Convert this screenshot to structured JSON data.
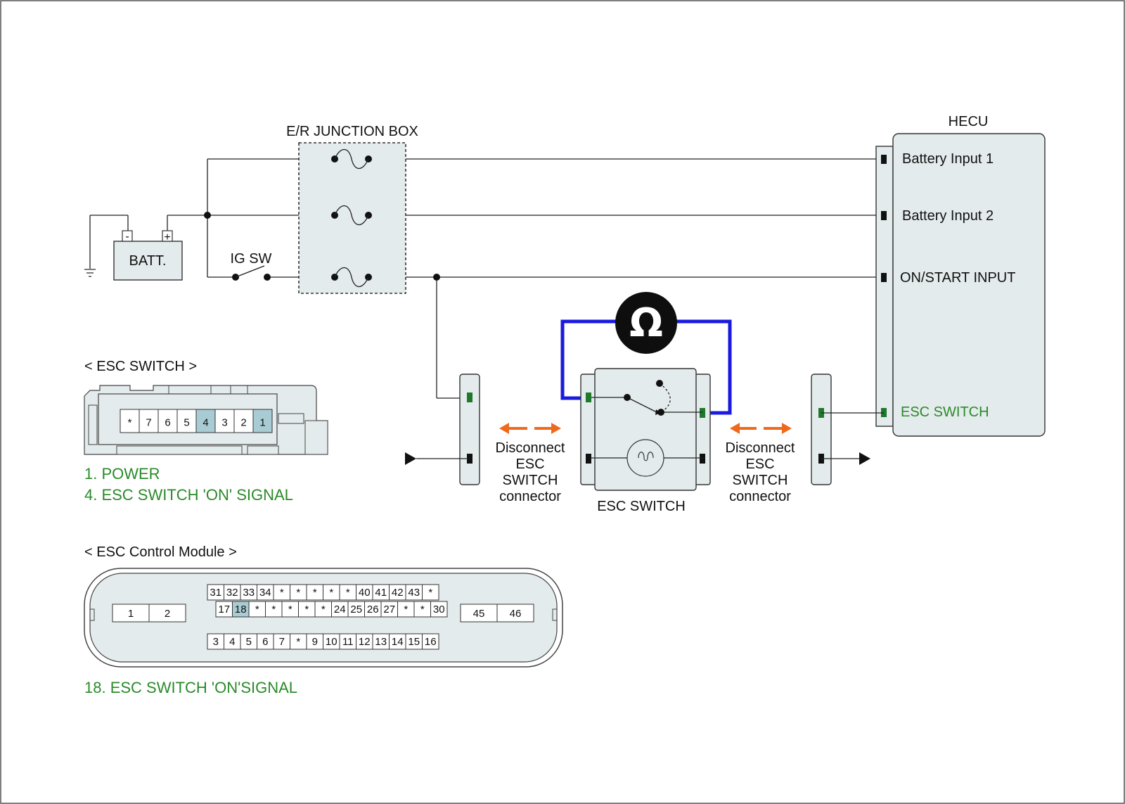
{
  "labels": {
    "junction_box": "E/R JUNCTION BOX",
    "hecu": "HECU",
    "batt": "BATT.",
    "batt_minus": "-",
    "batt_plus": "+",
    "ig_sw": "IG SW",
    "ohm_symbol": "Ω",
    "esc_switch_center": "ESC SWITCH"
  },
  "hecu_pins": {
    "battery_input_1": "Battery Input 1",
    "battery_input_2": "Battery Input 2",
    "on_start_input": "ON/START INPUT",
    "esc_switch": "ESC SWITCH"
  },
  "disconnect_left": [
    "Disconnect",
    "ESC",
    "SWITCH",
    "connector"
  ],
  "disconnect_right": [
    "Disconnect",
    "ESC",
    "SWITCH",
    "connector"
  ],
  "esc_switch_connector": {
    "title": "< ESC SWITCH >",
    "pins": [
      "*",
      "7",
      "6",
      "5",
      "4",
      "3",
      "2",
      "1"
    ],
    "highlighted": [
      "4",
      "1"
    ],
    "notes": [
      "1. POWER",
      "4. ESC SWITCH 'ON' SIGNAL"
    ]
  },
  "esc_module_connector": {
    "title": "< ESC Control Module >",
    "left_pins": [
      "1",
      "2"
    ],
    "right_pins": [
      "45",
      "46"
    ],
    "row_top": [
      "31",
      "32",
      "33",
      "34",
      "*",
      "*",
      "*",
      "*",
      "*",
      "40",
      "41",
      "42",
      "43",
      "*"
    ],
    "row_middle": [
      "17",
      "18",
      "*",
      "*",
      "*",
      "*",
      "*",
      "24",
      "25",
      "26",
      "27",
      "*",
      "*",
      "30"
    ],
    "row_bottom": [
      "3",
      "4",
      "5",
      "6",
      "7",
      "*",
      "9",
      "10",
      "11",
      "12",
      "13",
      "14",
      "15",
      "16"
    ],
    "highlighted": [
      "18"
    ],
    "note": "18. ESC SWITCH 'ON'SIGNAL"
  },
  "colors": {
    "wire": "#222222",
    "meter_lead": "#1a1adf",
    "arrow": "#ee6a1c",
    "signal_pin": "#1e7a2a",
    "note_text": "#2a8a2a",
    "highlight_pin": "#a9cbd3",
    "box_fill": "#e4ebec"
  }
}
